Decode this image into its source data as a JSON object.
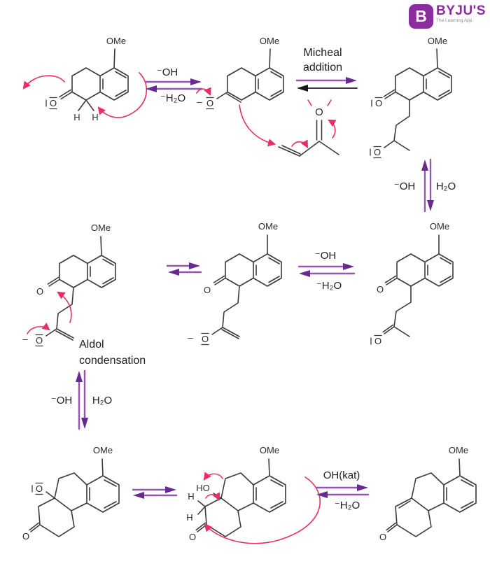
{
  "colors": {
    "bond": "#3a3a3a",
    "pink": "#e92e67",
    "purpleLine": "#9455b0",
    "purpleHead": "#672b8f",
    "blackHead": "#161616",
    "brand": "#8a2d9e",
    "taglineGray": "#8c8c8c"
  },
  "logo": {
    "letter": "B",
    "brand": "BYJU'S",
    "tagline": "The Learning App"
  },
  "atoms": {
    "ome": "OMe",
    "o": "O",
    "h": "H",
    "ho": "HO",
    "minus": "–"
  },
  "steps": {
    "s1": {
      "top": "⁻OH",
      "bottom": "⁻H₂O"
    },
    "michael": {
      "l1": "Micheal",
      "l2": "addition"
    },
    "s2": {
      "left": "⁻OH",
      "right": "H₂O"
    },
    "s3": {
      "top": "⁻OH",
      "bottom": "⁻H₂O"
    },
    "s4": {
      "left": "⁻OH",
      "right": "H₂O"
    },
    "aldol": {
      "l1": "Aldol",
      "l2": "condensation"
    },
    "s5": {
      "top": "OH(kat)",
      "bottom": "⁻H₂O"
    }
  }
}
